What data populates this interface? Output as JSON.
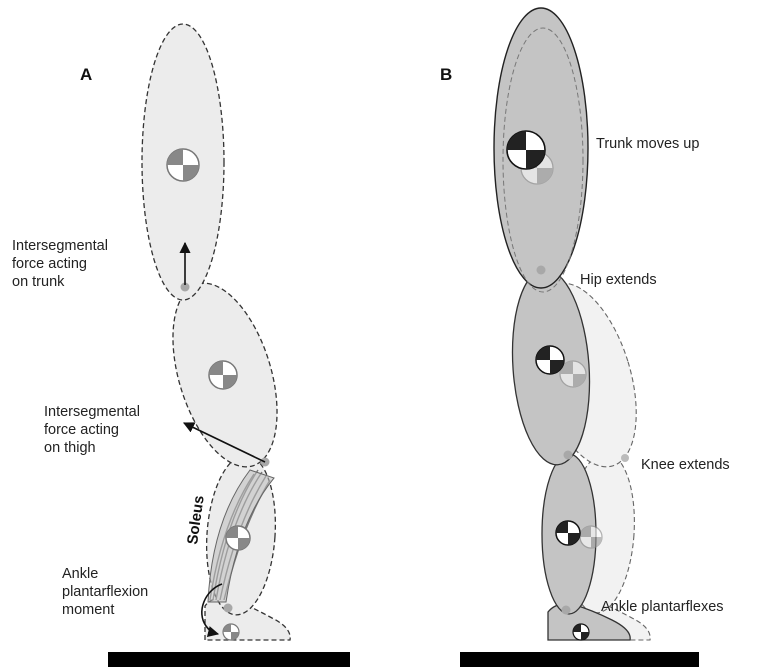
{
  "panel_a": {
    "label": "A",
    "annotations": {
      "trunk_force": [
        "Intersegmental",
        "force acting",
        "on trunk"
      ],
      "thigh_force": [
        "Intersegmental",
        "force acting",
        "on thigh"
      ],
      "muscle": "Soleus",
      "ankle_moment": [
        "Ankle",
        "plantarflexion",
        "moment"
      ]
    }
  },
  "panel_b": {
    "label": "B",
    "annotations": {
      "trunk": "Trunk moves up",
      "hip": "Hip extends",
      "knee": "Knee extends",
      "ankle": "Ankle plantarflexes"
    }
  },
  "colors": {
    "segment_light": "#ececec",
    "segment_dark": "#c4c4c4",
    "ground": "#000000",
    "outline": "#333333",
    "joint": "#a8a8a8"
  }
}
